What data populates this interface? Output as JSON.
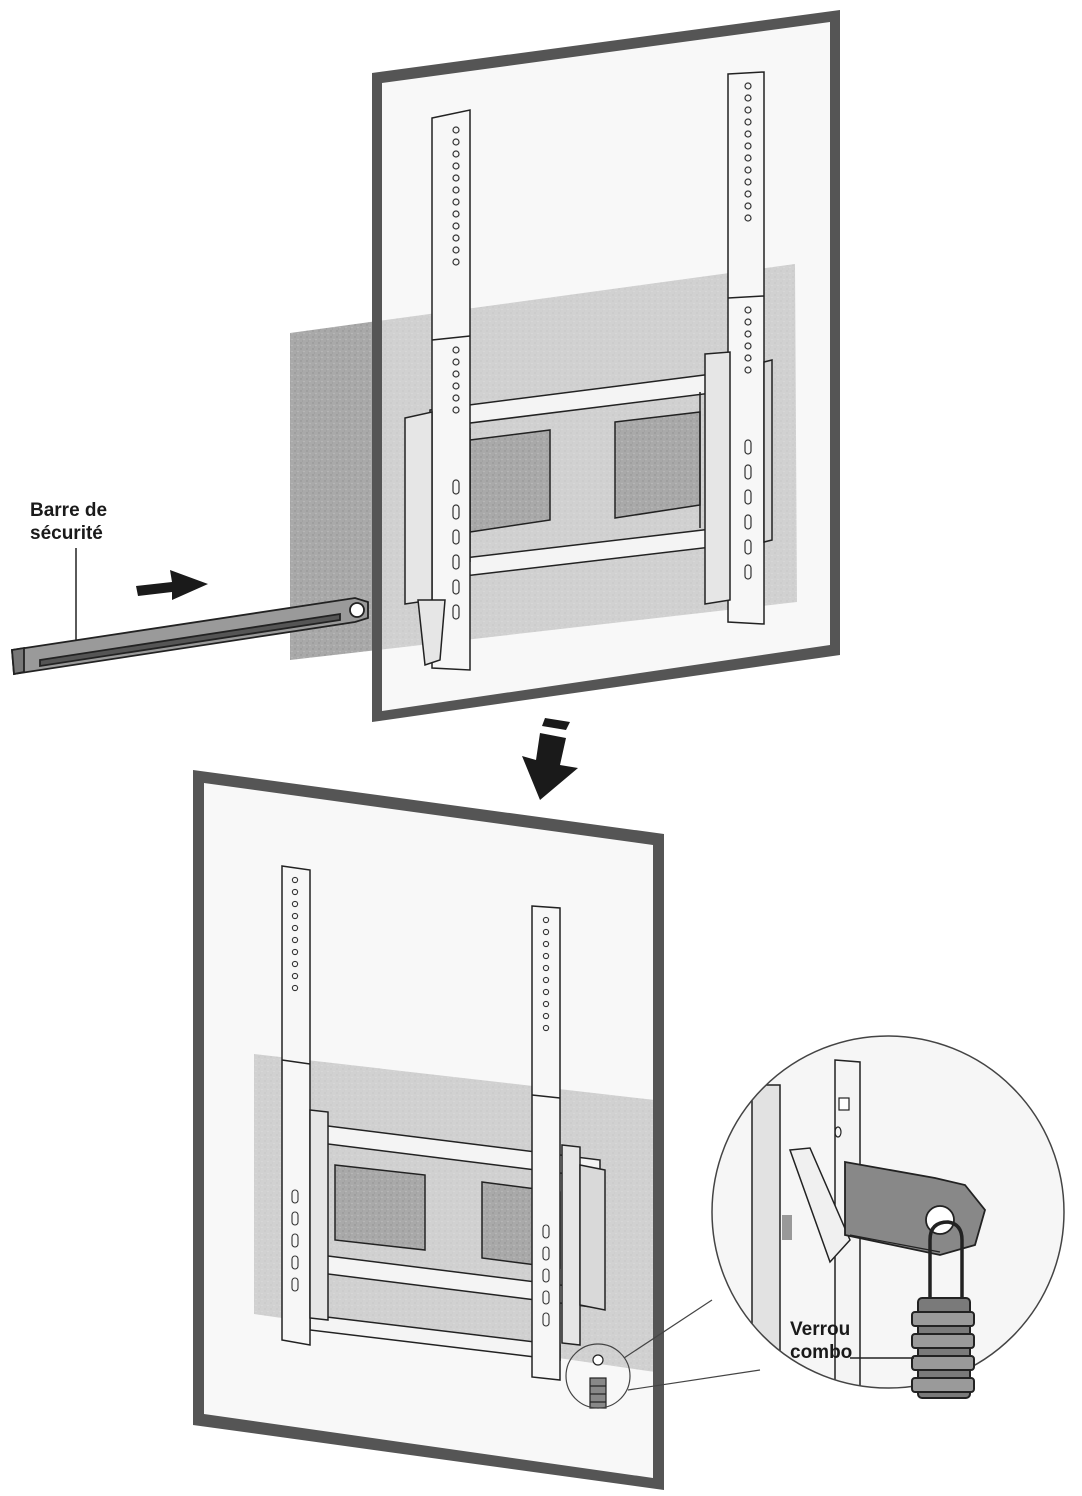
{
  "labels": {
    "safety_bar": {
      "line1": "Barre de",
      "line2": "sécurité"
    },
    "combo_lock": {
      "line1": "Verrou",
      "line2": "combo"
    }
  },
  "colors": {
    "frame": "#555555",
    "screen": "#eeeeee",
    "wall": "#a9a9a9",
    "bracket": "#f4f4f4",
    "outline": "#222222",
    "arrow": "#1a1a1a",
    "lock": "#7a7a7a"
  },
  "icons": [
    "arrow-right-icon",
    "arrow-down-icon",
    "combination-lock-icon",
    "magnifier-circle-icon"
  ]
}
